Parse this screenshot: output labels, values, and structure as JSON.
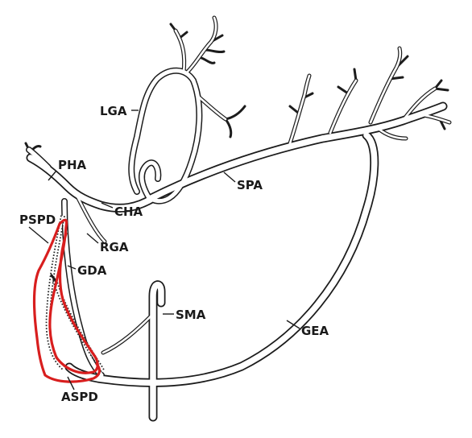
{
  "labels": {
    "lga": "LGA",
    "pha": "PHA",
    "cha": "CHA",
    "spa": "SPA",
    "pspd": "PSPD",
    "rga": "RGA",
    "gda": "GDA",
    "sma": "SMA",
    "gea": "GEA",
    "aspd": "ASPD"
  },
  "colors": {
    "vessel": "#1c1c1c",
    "highlight": "#d81e1e",
    "background": "#ffffff"
  }
}
